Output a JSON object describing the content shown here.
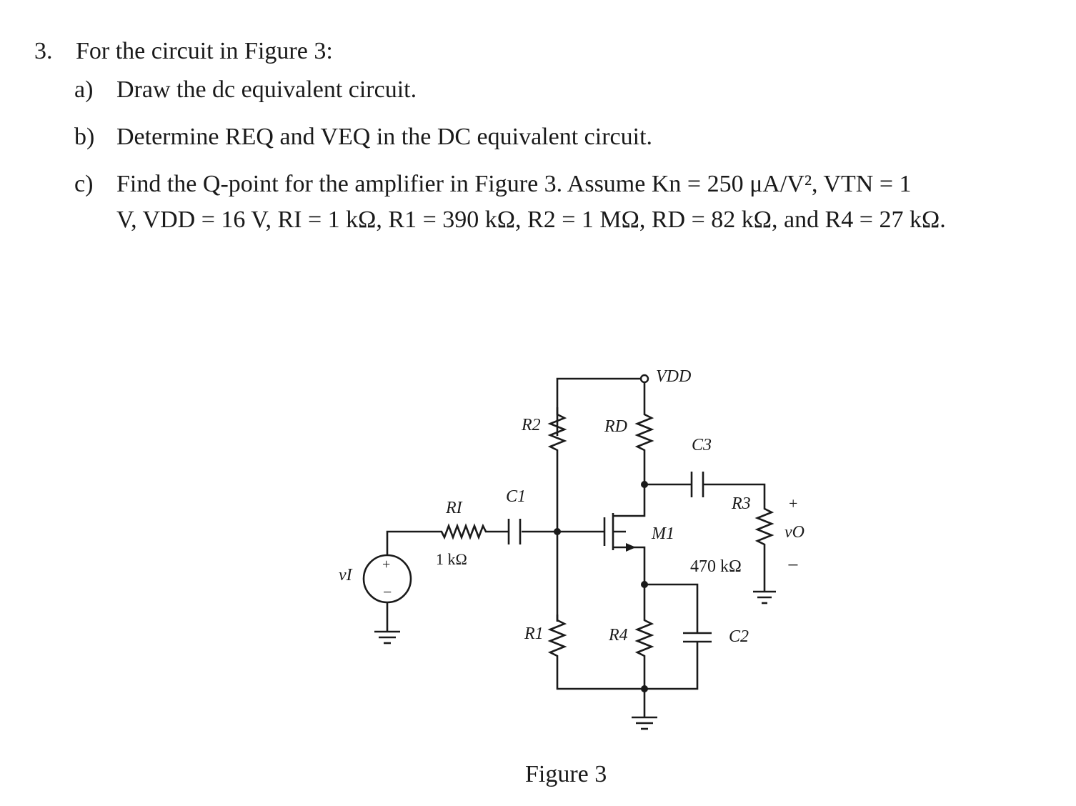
{
  "question": {
    "number": "3.",
    "stem": "For the circuit in Figure 3:",
    "parts": [
      {
        "label": "a)",
        "text": "Draw the dc equivalent circuit."
      },
      {
        "label": "b)",
        "text": "Determine REQ and VEQ in the DC equivalent circuit."
      },
      {
        "label": "c)",
        "line1": "Find the Q-point for the amplifier in Figure 3. Assume Kn = 250 μA/V², VTN = 1",
        "line2": "V, VDD = 16 V, RI = 1 kΩ, R1 = 390 kΩ, R2 = 1 MΩ, RD = 82 kΩ, and R4 = 27 kΩ."
      }
    ]
  },
  "circuit": {
    "supply_label": "VDD",
    "source_label": "vI",
    "source_plus": "+",
    "source_minus": "−",
    "ri_label": "RI",
    "ri_value": "1 kΩ",
    "c1_label": "C1",
    "r2_label": "R2",
    "rd_label": "RD",
    "c3_label": "C3",
    "m1_label": "M1",
    "r3_label": "R3",
    "r3_value": "470 kΩ",
    "r1_label": "R1",
    "r4_label": "R4",
    "c2_label": "C2",
    "vo_label": "vO",
    "vo_plus": "+",
    "vo_minus": "−"
  },
  "figure_caption": "Figure 3"
}
